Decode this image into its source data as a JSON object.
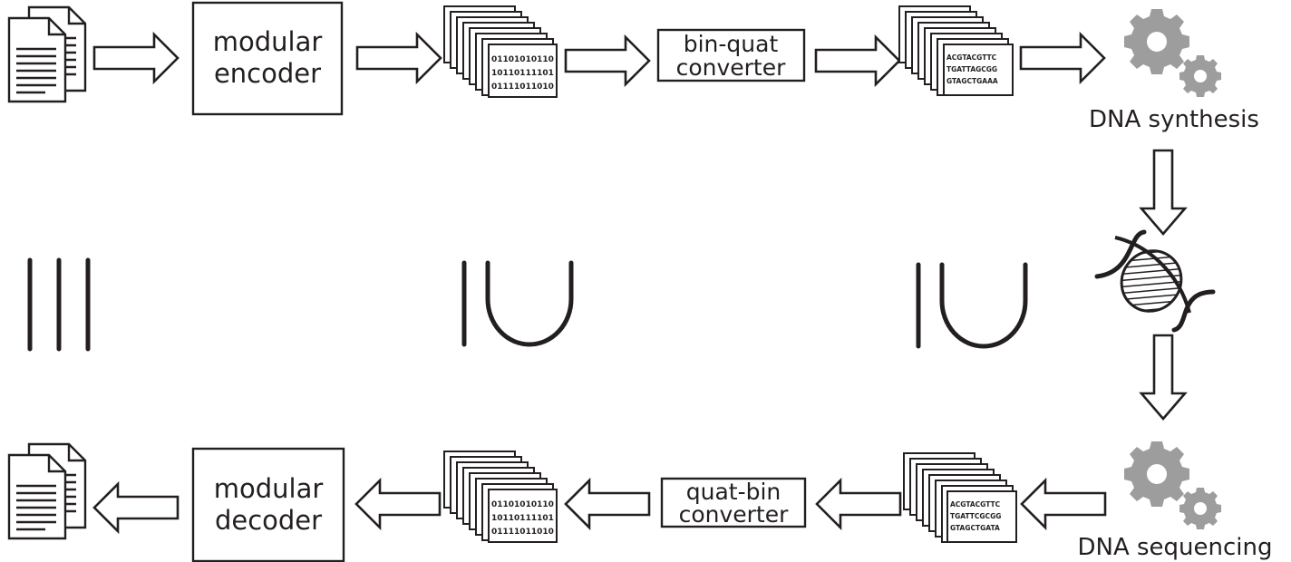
{
  "encoder_label": [
    "modular",
    "encoder"
  ],
  "decoder_label": [
    "modular",
    "decoder"
  ],
  "bin_quat_label": [
    "bin-quat",
    "converter"
  ],
  "quat_bin_label": [
    "quat-bin",
    "converter"
  ],
  "synthesis_label": "DNA synthesis",
  "sequencing_label": "DNA sequencing",
  "binary_lines": [
    "01101010110",
    "10110111101",
    "01111011010"
  ],
  "dna_lines_top": [
    "ACGTACGTTC",
    "TGATTAGCGG",
    "GTAGCTGAAA"
  ],
  "dna_lines_bottom": [
    "ACGTACGTTC",
    "TGATTCGCGG",
    "GTAGCTGATA"
  ],
  "colors": {
    "ink": "#231f20",
    "gear": "#9d9d9d"
  }
}
